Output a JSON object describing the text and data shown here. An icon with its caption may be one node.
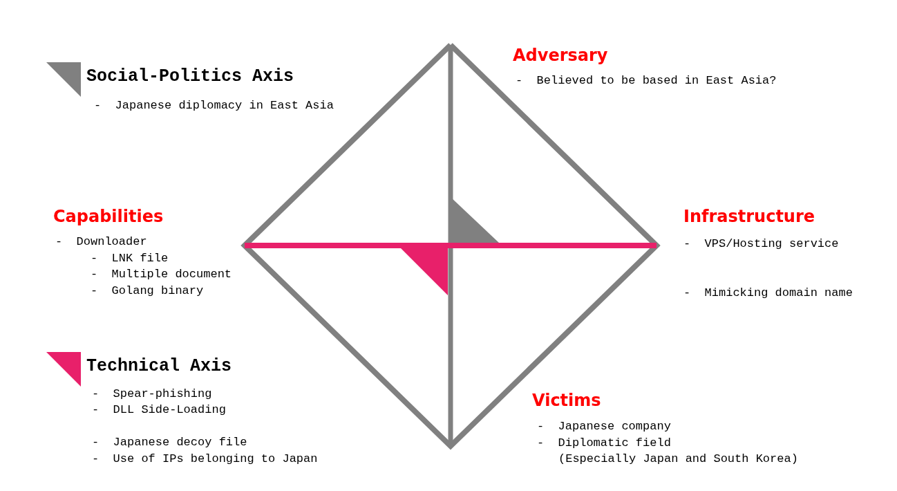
{
  "diagram": {
    "labels": [
      "Adversary",
      "-  Believed to be based in East Asia?",
      "-  Japanese diplomacy in East Asia",
      "Capabilities",
      "-  Downloader",
      "-  LNK file",
      "-  Multiple document",
      "-  Golang binary",
      "Infrastructure",
      "-  VPS/Hosting service",
      "-  Mimicking domain name",
      "-  Spear-phishing",
      "-  DLL Side-Loading",
      "-  Japanese decoy file",
      "-  Use of IPs belonging to Japan",
      "Victims",
      "-  Japanese company",
      "-  Diplomatic field",
      "(Especially Japan and South Korea)"
    ],
    "legend": [
      {
        "text": "Social-Politics Axis",
        "color": "#808080"
      },
      {
        "text": "Technical Axis",
        "color": "#e8206a"
      }
    ]
  }
}
